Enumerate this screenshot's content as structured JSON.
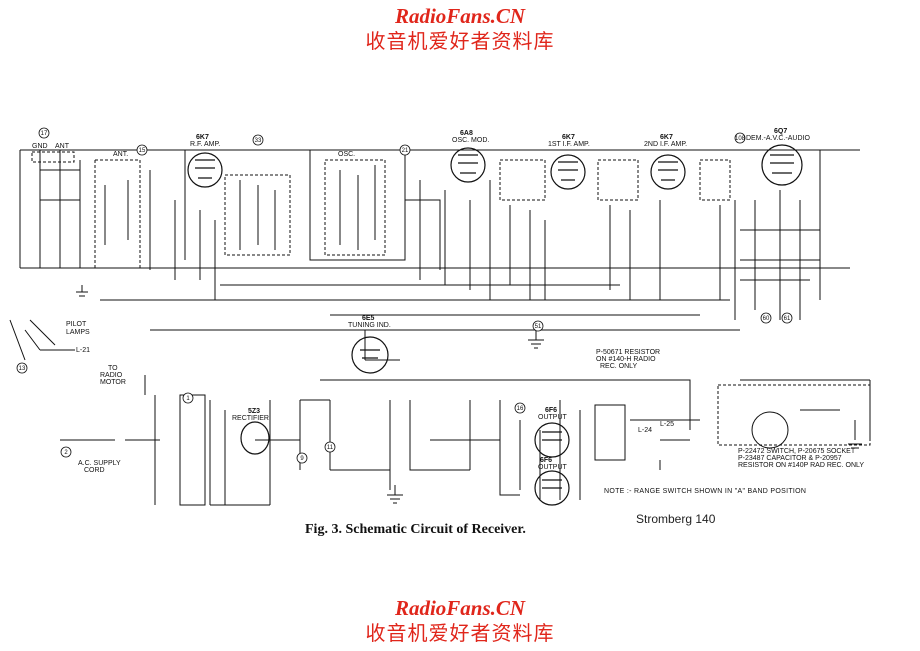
{
  "watermark": {
    "site": "RadioFans.CN",
    "subtitle": "收音机爱好者资料库"
  },
  "caption": "Fig. 3.   Schematic Circuit of Receiver.",
  "model": "Stromberg 140",
  "note": "NOTE :- RANGE SWITCH SHOWN IN \"A\" BAND POSITION",
  "tubes": [
    {
      "type": "6K7",
      "function": "R.F. AMP."
    },
    {
      "type": "6A8",
      "function": "OSC. MOD."
    },
    {
      "type": "6K7",
      "function": "1ST I.F. AMP."
    },
    {
      "type": "6K7",
      "function": "2ND I.F. AMP."
    },
    {
      "type": "6Q7",
      "function": "DEM.-A.V.C.-AUDIO"
    },
    {
      "type": "6E5",
      "function": "TUNING IND."
    },
    {
      "type": "5Z3",
      "function": "RECTIFIER"
    },
    {
      "type": "6F6",
      "function": "OUTPUT"
    },
    {
      "type": "6F6",
      "function": "OUTPUT"
    }
  ],
  "labels": {
    "gnd": "GND",
    "ant_term": "ANT",
    "ant": "ANT.",
    "osc": "OSC.",
    "pilot": "PILOT",
    "lamps": "LAMPS",
    "l21": "L-21",
    "to_radio": "TO",
    "radio_motor": "RADIO",
    "motor": "MOTOR",
    "ac1": "A.C. SUPPLY",
    "ac2": "CORD",
    "res1": "P-50671 RESISTOR",
    "res2": "ON #140-H RADIO",
    "res3": "REC. ONLY",
    "sw1": "P-22472 SWITCH, P-20675 SOCKET",
    "sw2": "P-23487 CAPACITOR & P-20957",
    "sw3": "RESISTOR ON #140P RAD REC. ONLY",
    "l24": "L-24",
    "l25": "L-25"
  },
  "colors": {
    "watermark": "#e0261b",
    "ink": "#111111"
  }
}
